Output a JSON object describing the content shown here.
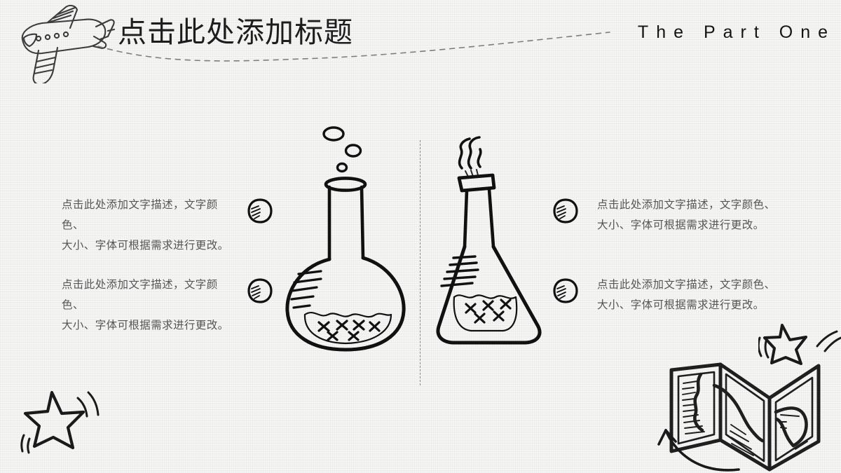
{
  "slide": {
    "background_color": "#f5f5f4",
    "ink_color": "#1d1d1d",
    "body_text_color": "#555555"
  },
  "header": {
    "title": "点击此处添加标题",
    "section_label": "The Part One",
    "plane_icon": "airplane-icon",
    "curve": "dashed-curve"
  },
  "divider": {
    "style": "vertical-dashed"
  },
  "illustrations": {
    "round_flask": "round-bottom-flask-icon",
    "conical_flask": "conical-flask-icon",
    "star_left": "star-icon",
    "star_right": "star-icon",
    "map": "folded-map-icon",
    "arrow": "curved-arrow-icon"
  },
  "content": {
    "rows": [
      {
        "id": "left-1",
        "side": "left",
        "bullet": "blob-bullet-icon",
        "text": "点击此处添加文字描述，文字颜色、\n大小、字体可根据需求进行更改。"
      },
      {
        "id": "left-2",
        "side": "left",
        "bullet": "blob-bullet-icon",
        "text": "点击此处添加文字描述，文字颜色、\n大小、字体可根据需求进行更改。"
      },
      {
        "id": "right-1",
        "side": "right",
        "bullet": "blob-bullet-icon",
        "text": "点击此处添加文字描述，文字颜色、\n大小、字体可根据需求进行更改。"
      },
      {
        "id": "right-2",
        "side": "right",
        "bullet": "blob-bullet-icon",
        "text": "点击此处添加文字描述，文字颜色、\n大小、字体可根据需求进行更改。"
      }
    ]
  }
}
